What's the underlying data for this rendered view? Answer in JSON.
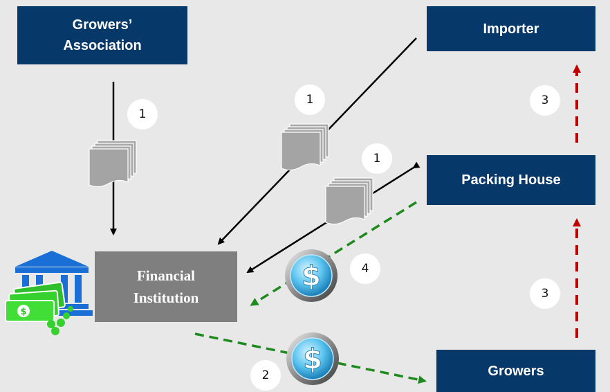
{
  "boxes": {
    "growers_association": "Growers’ Association",
    "importer": "Importer",
    "packing_house": "Packing House",
    "growers": "Growers",
    "financial_institution": "Financial Institution"
  },
  "badges": {
    "assoc_docs": "1",
    "importer_docs": "1",
    "packing_docs": "1",
    "to_importer": "3",
    "to_packing": "3",
    "payment_in": "4",
    "payment_out": "2"
  },
  "icons": [
    "bank-icon",
    "money-icon",
    "document-stack-icon",
    "dollar-coin-icon"
  ],
  "colors": {
    "navy": "#07386a",
    "gray_box": "#7f7f7f",
    "background": "#e8e8e8",
    "green_arrow": "#1e8a1e",
    "red_arrow": "#c00000",
    "bank_blue": "#1a6fd6",
    "money_green": "#37d12f"
  }
}
